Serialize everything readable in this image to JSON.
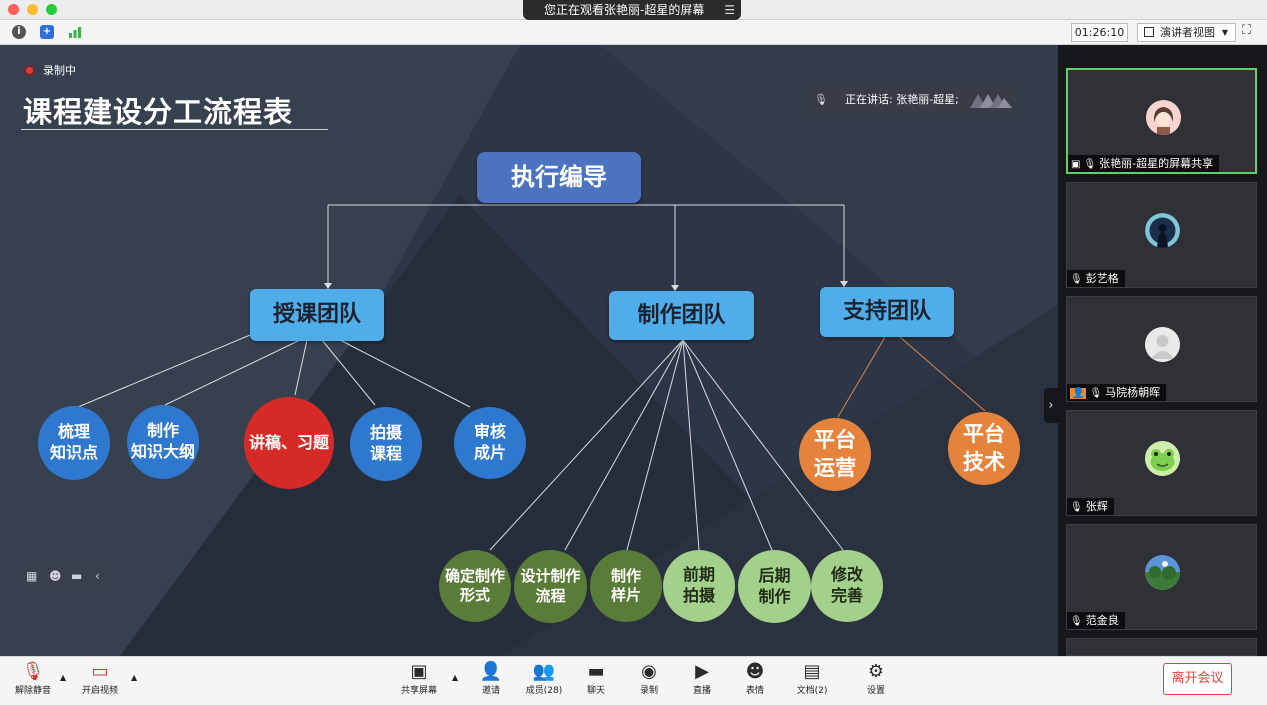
{
  "window": {
    "share_banner": "您正在观看张艳丽-超星的屏幕"
  },
  "toolbar": {
    "timer": "01:26:10",
    "view_mode": "演讲者视图"
  },
  "slide": {
    "recording_label": "录制中",
    "title": "课程建设分工流程表",
    "speaking_label": "正在讲话: 张艳丽-超星;",
    "chart": {
      "root": "执行编导",
      "teams": [
        "授课团队",
        "制作团队",
        "支持团队"
      ],
      "teach_tasks": [
        {
          "l1": "梳理",
          "l2": "知识点"
        },
        {
          "l1": "制作",
          "l2": "知识大纲"
        },
        {
          "l1": "讲稿、习题",
          "l2": ""
        },
        {
          "l1": "拍摄",
          "l2": "课程"
        },
        {
          "l1": "审核",
          "l2": "成片"
        }
      ],
      "make_tasks": [
        {
          "l1": "确定制作",
          "l2": "形式"
        },
        {
          "l1": "设计制作",
          "l2": "流程"
        },
        {
          "l1": "制作",
          "l2": "样片"
        },
        {
          "l1": "前期",
          "l2": "拍摄"
        },
        {
          "l1": "后期",
          "l2": "制作"
        },
        {
          "l1": "修改",
          "l2": "完善"
        }
      ],
      "support_tasks": [
        {
          "l1": "平台",
          "l2": "运营"
        },
        {
          "l1": "平台",
          "l2": "技术"
        }
      ]
    }
  },
  "participants": [
    {
      "name": "张艳丽-超星的屏幕共享"
    },
    {
      "name": "彭艺格"
    },
    {
      "name": "马院杨朝晖"
    },
    {
      "name": "张辉"
    },
    {
      "name": "范金良"
    }
  ],
  "bottombar": {
    "unmute": "解除静音",
    "video": "开启视频",
    "share": "共享屏幕",
    "invite": "邀请",
    "members": "成员(28)",
    "chat": "聊天",
    "record": "录制",
    "live": "直播",
    "reaction": "表情",
    "docs": "文档(2)",
    "settings": "设置",
    "leave": "离开会议"
  },
  "colors": {
    "accent_green": "#5fd06a",
    "leave_red": "#e0433a"
  }
}
